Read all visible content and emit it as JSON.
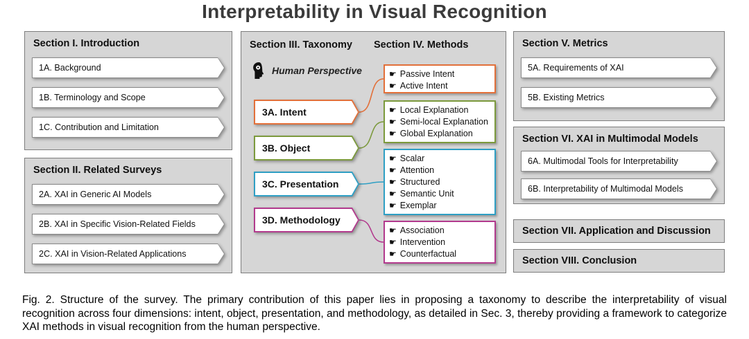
{
  "title": "Interpretability in Visual Recognition",
  "caption": "Fig. 2. Structure of the survey. The primary contribution of this paper lies in proposing a taxonomy to describe the interpretability of visual recognition across four dimensions: intent, object, presentation, and methodology, as detailed in Sec. 3, thereby providing a framework to categorize XAI methods in visual recognition from the human perspective.",
  "glyphs": {
    "pointer": "☛"
  },
  "colors": {
    "intent": "#e2703a",
    "object": "#7c9a3d",
    "presentation": "#2f9fc4",
    "methodology": "#b23a8d",
    "panel_bg": "#d6d6d6",
    "panel_border": "#7d7d7d"
  },
  "sections": {
    "s1": {
      "title": "Section I. Introduction",
      "items": [
        "1A. Background",
        "1B. Terminology and Scope",
        "1C. Contribution and Limitation"
      ]
    },
    "s2": {
      "title": "Section II. Related Surveys",
      "items": [
        "2A. XAI in Generic AI Models",
        "2B. XAI in Specific Vision-Related Fields",
        "2C. XAI in Vision-Related Applications"
      ]
    },
    "s3": {
      "title": "Section III. Taxonomy",
      "human_label": "Human Perspective",
      "items": [
        "3A. Intent",
        "3B. Object",
        "3C. Presentation",
        "3D. Methodology"
      ]
    },
    "s4": {
      "title": "Section IV. Methods",
      "intent_methods": [
        "Passive Intent",
        "Active Intent"
      ],
      "object_methods": [
        "Local Explanation",
        "Semi-local Explanation",
        "Global Explanation"
      ],
      "presentation_methods": [
        "Scalar",
        "Attention",
        "Structured",
        "Semantic Unit",
        "Exemplar"
      ],
      "methodology_methods": [
        "Association",
        "Intervention",
        "Counterfactual"
      ]
    },
    "s5": {
      "title": "Section V. Metrics",
      "items": [
        "5A. Requirements of XAI",
        "5B. Existing Metrics"
      ]
    },
    "s6": {
      "title": "Section VI. XAI in Multimodal Models",
      "items": [
        "6A. Multimodal Tools for Interpretability",
        "6B. Interpretability of Multimodal Models"
      ]
    },
    "s7": {
      "title": "Section VII. Application and Discussion"
    },
    "s8": {
      "title": "Section VIII. Conclusion"
    }
  }
}
